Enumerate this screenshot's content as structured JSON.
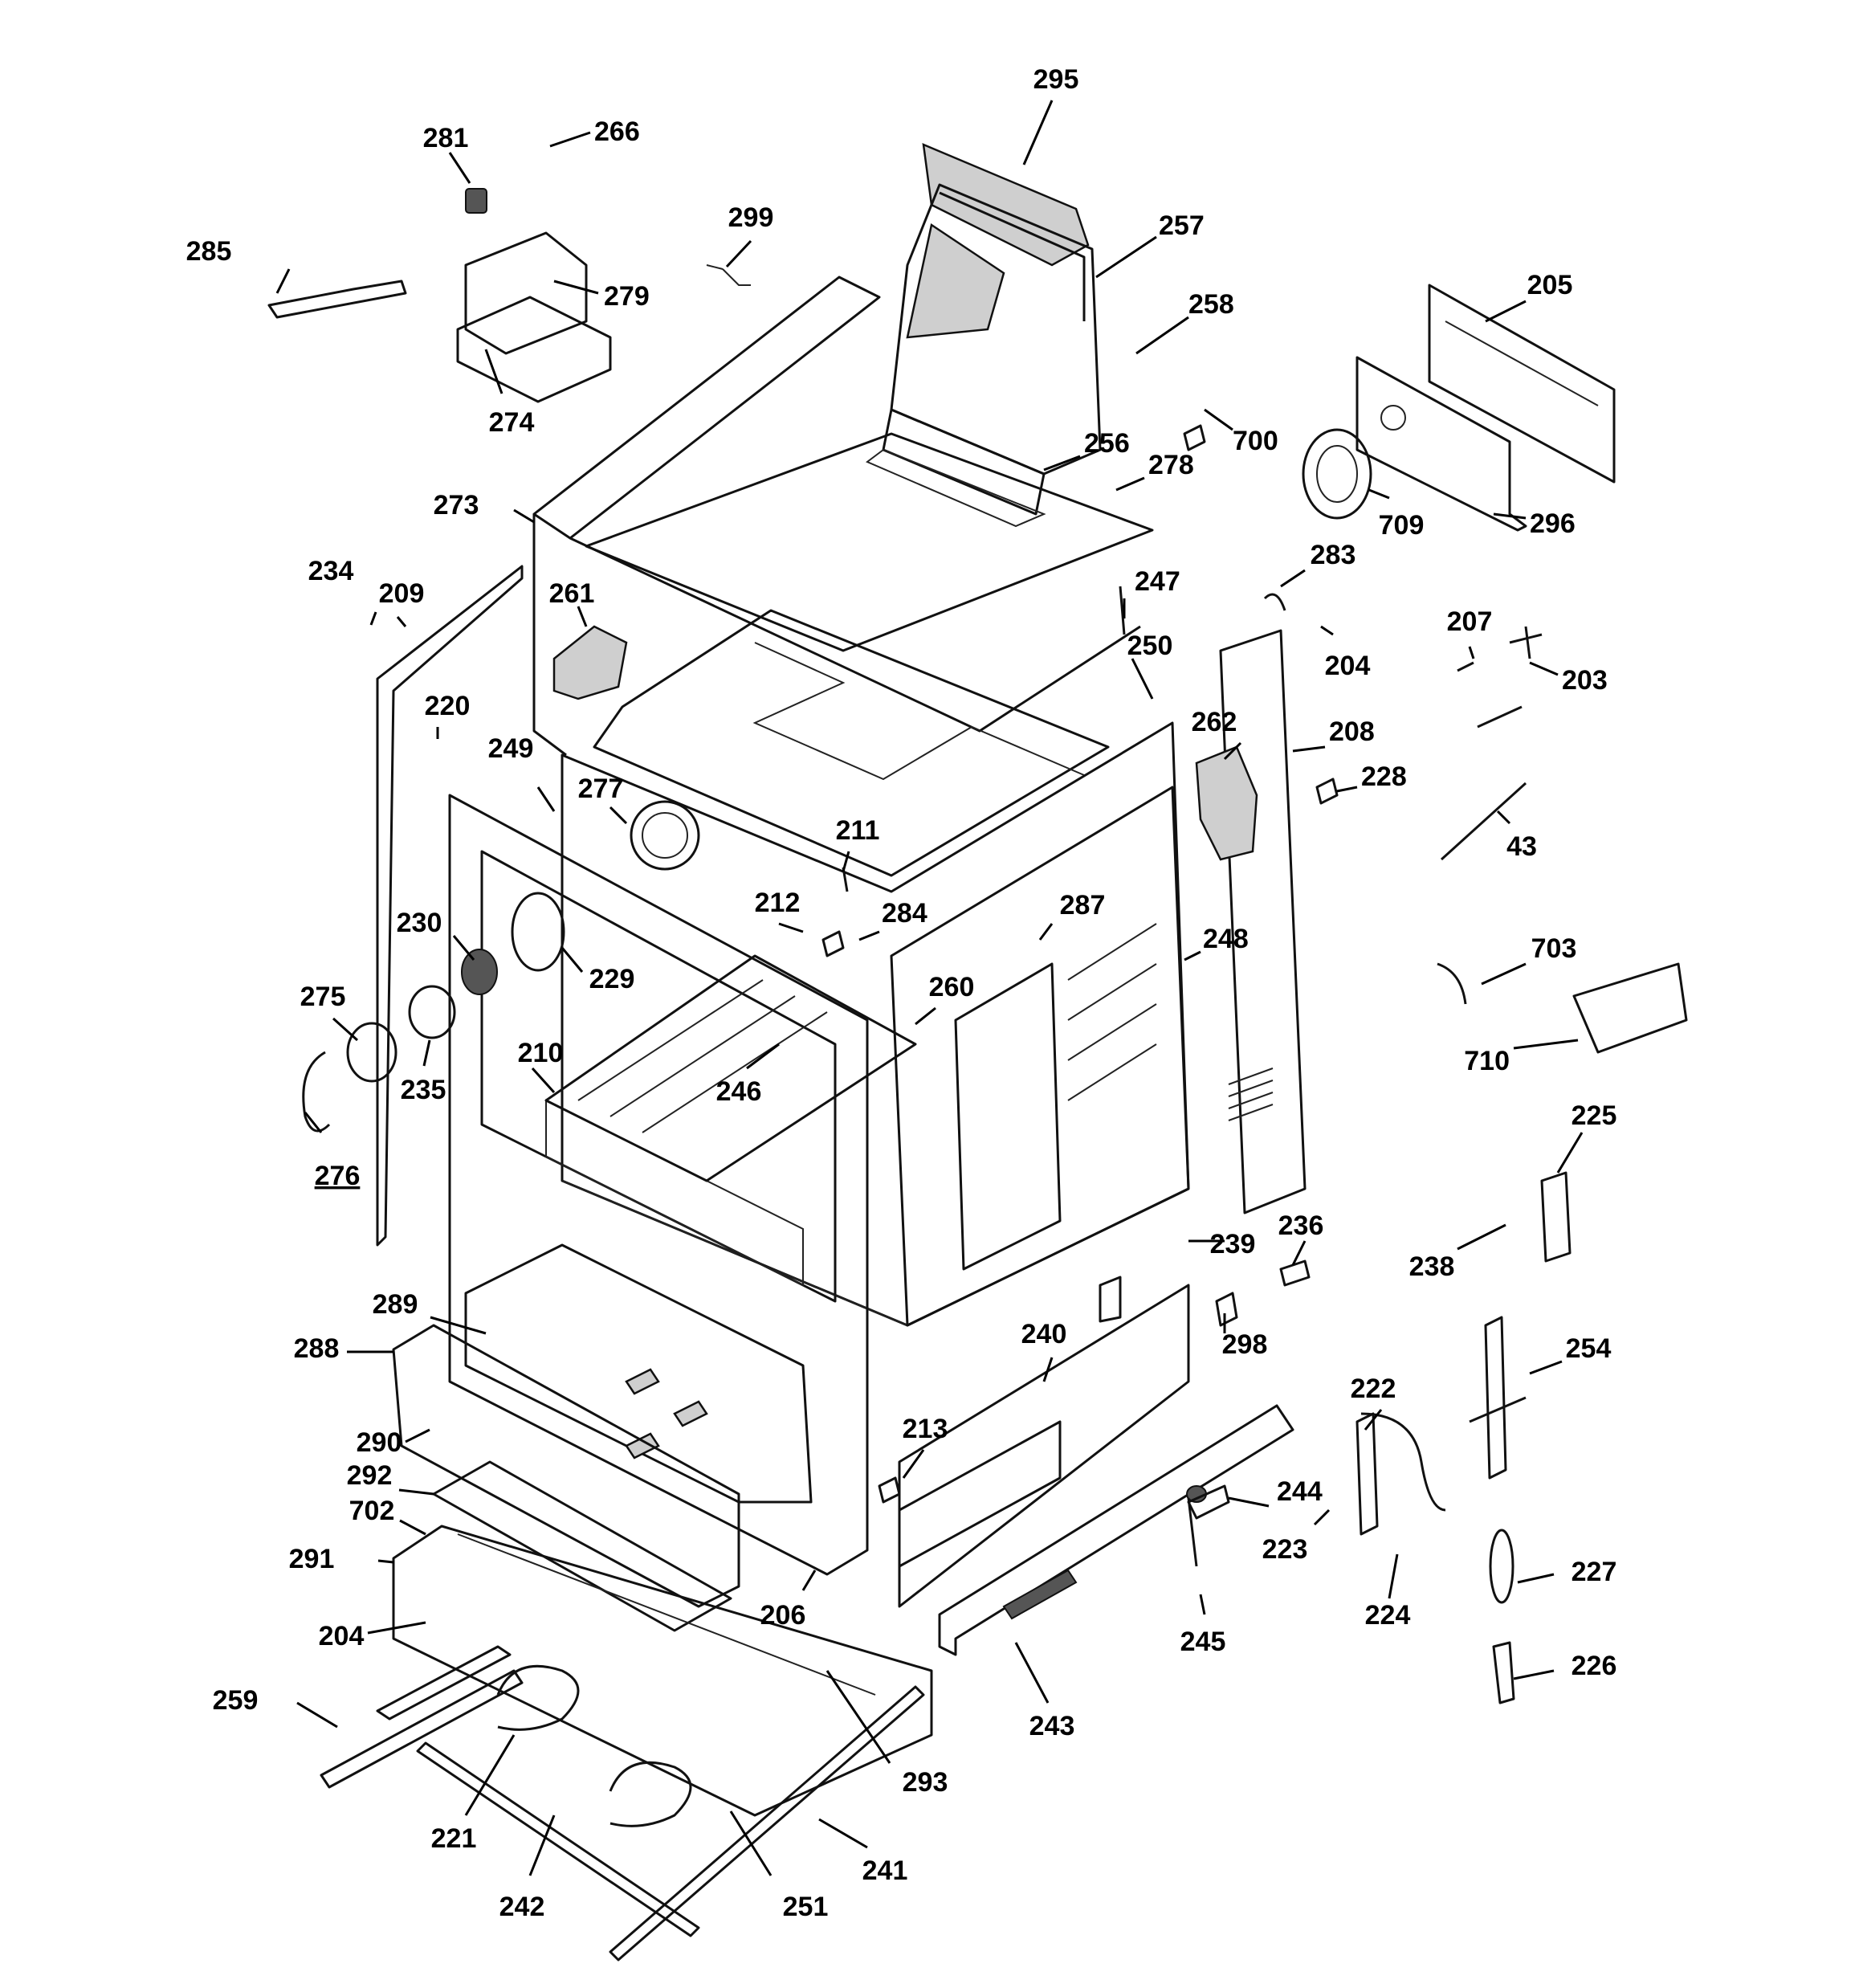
{
  "callouts": [
    {
      "id": "c295",
      "label": "295"
    },
    {
      "id": "c266",
      "label": "266"
    },
    {
      "id": "c281",
      "label": "281"
    },
    {
      "id": "c299",
      "label": "299"
    },
    {
      "id": "c257",
      "label": "257"
    },
    {
      "id": "c285",
      "label": "285"
    },
    {
      "id": "c279",
      "label": "279"
    },
    {
      "id": "c205",
      "label": "205"
    },
    {
      "id": "c258",
      "label": "258"
    },
    {
      "id": "c274",
      "label": "274"
    },
    {
      "id": "c700",
      "label": "700"
    },
    {
      "id": "c256",
      "label": "256"
    },
    {
      "id": "c278",
      "label": "278"
    },
    {
      "id": "c273",
      "label": "273"
    },
    {
      "id": "c709",
      "label": "709"
    },
    {
      "id": "c296",
      "label": "296"
    },
    {
      "id": "c283",
      "label": "283"
    },
    {
      "id": "c234",
      "label": "234"
    },
    {
      "id": "c209",
      "label": "209"
    },
    {
      "id": "c261",
      "label": "261"
    },
    {
      "id": "c247",
      "label": "247"
    },
    {
      "id": "c207",
      "label": "207"
    },
    {
      "id": "c250",
      "label": "250"
    },
    {
      "id": "c204a",
      "label": "204"
    },
    {
      "id": "c203",
      "label": "203"
    },
    {
      "id": "c220",
      "label": "220"
    },
    {
      "id": "c262",
      "label": "262"
    },
    {
      "id": "c208",
      "label": "208"
    },
    {
      "id": "c249",
      "label": "249"
    },
    {
      "id": "c228",
      "label": "228"
    },
    {
      "id": "c277",
      "label": "277"
    },
    {
      "id": "c43",
      "label": "43"
    },
    {
      "id": "c211",
      "label": "211"
    },
    {
      "id": "c287",
      "label": "287"
    },
    {
      "id": "c230",
      "label": "230"
    },
    {
      "id": "c212",
      "label": "212"
    },
    {
      "id": "c284",
      "label": "284"
    },
    {
      "id": "c248",
      "label": "248"
    },
    {
      "id": "c703",
      "label": "703"
    },
    {
      "id": "c229",
      "label": "229"
    },
    {
      "id": "c275",
      "label": "275"
    },
    {
      "id": "c260",
      "label": "260"
    },
    {
      "id": "c710",
      "label": "710"
    },
    {
      "id": "c210",
      "label": "210"
    },
    {
      "id": "c235",
      "label": "235"
    },
    {
      "id": "c246",
      "label": "246"
    },
    {
      "id": "c225",
      "label": "225"
    },
    {
      "id": "c276",
      "label": "276"
    },
    {
      "id": "c236",
      "label": "236"
    },
    {
      "id": "c239",
      "label": "239"
    },
    {
      "id": "c238",
      "label": "238"
    },
    {
      "id": "c289",
      "label": "289"
    },
    {
      "id": "c298",
      "label": "298"
    },
    {
      "id": "c288",
      "label": "288"
    },
    {
      "id": "c240",
      "label": "240"
    },
    {
      "id": "c254",
      "label": "254"
    },
    {
      "id": "c222",
      "label": "222"
    },
    {
      "id": "c213",
      "label": "213"
    },
    {
      "id": "c290",
      "label": "290"
    },
    {
      "id": "c292",
      "label": "292"
    },
    {
      "id": "c244",
      "label": "244"
    },
    {
      "id": "c702",
      "label": "702"
    },
    {
      "id": "c223",
      "label": "223"
    },
    {
      "id": "c291",
      "label": "291"
    },
    {
      "id": "c227",
      "label": "227"
    },
    {
      "id": "c206",
      "label": "206"
    },
    {
      "id": "c224",
      "label": "224"
    },
    {
      "id": "c204b",
      "label": "204"
    },
    {
      "id": "c245",
      "label": "245"
    },
    {
      "id": "c259",
      "label": "259"
    },
    {
      "id": "c226",
      "label": "226"
    },
    {
      "id": "c243",
      "label": "243"
    },
    {
      "id": "c293",
      "label": "293"
    },
    {
      "id": "c221",
      "label": "221"
    },
    {
      "id": "c241",
      "label": "241"
    },
    {
      "id": "c242",
      "label": "242"
    },
    {
      "id": "c251",
      "label": "251"
    }
  ]
}
